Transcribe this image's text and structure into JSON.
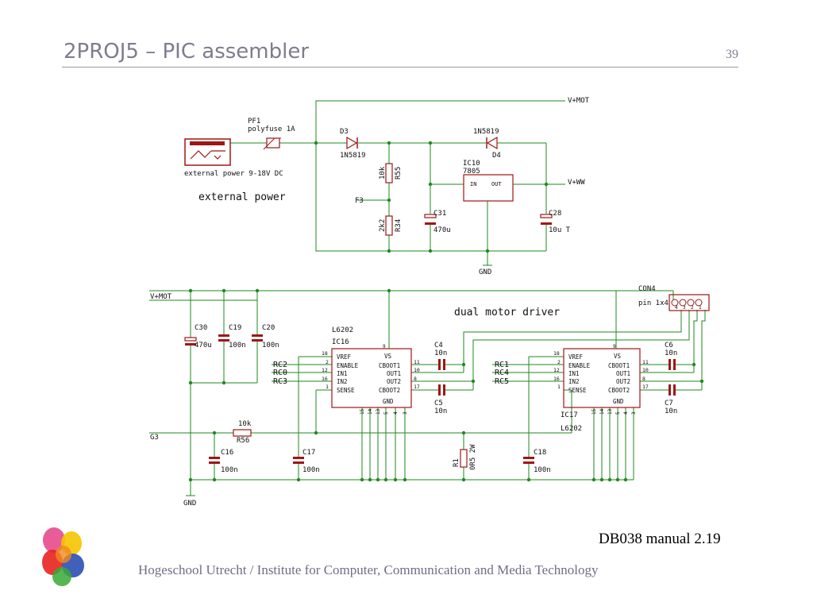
{
  "slide": {
    "title": "2PROJ5 – PIC assembler",
    "page_number": "39",
    "caption": "DB038 manual 2.19",
    "footer": "Hogeschool Utrecht / Institute for Computer, Communication and Media Technology"
  },
  "power": {
    "vmot": "V+MOT",
    "vww": "V+WW",
    "gnd": "GND",
    "f3": "F3",
    "pf1_ref": "PF1",
    "pf1_val": "polyfuse 1A",
    "ext_desc": "external power 9-18V DC",
    "ext_heading": "external power",
    "d3_ref": "D3",
    "d3_val": "1N5819",
    "d4_ref": "D4",
    "d4_val": "1N5819",
    "r55_val": "10k",
    "r55_ref": "R55",
    "r34_val": "2k2",
    "r34_ref": "R34",
    "c31_ref": "C31",
    "c31_val": "470u",
    "ic10_ref": "IC10",
    "ic10_val": "7805",
    "ic10_in": "IN",
    "ic10_out": "OUT",
    "c28_ref": "C28",
    "c28_val": "10u T"
  },
  "driver": {
    "heading": "dual motor driver",
    "vmot": "V+MOT",
    "g3": "G3",
    "gnd": "GND",
    "con4_ref": "CON4",
    "con4_val": "pin 1x4",
    "con4_pins": [
      "4",
      "3",
      "2",
      "1"
    ],
    "c30_ref": "C30",
    "c30_val": "470u",
    "c19_ref": "C19",
    "c19_val": "100n",
    "c20_ref": "C20",
    "c20_val": "100n",
    "r56_val": "10k",
    "r56_ref": "R56",
    "c16_ref": "C16",
    "c16_val": "100n",
    "c17_ref": "C17",
    "c17_val": "100n",
    "c18_ref": "C18",
    "c18_val": "100n",
    "r1_ref": "R1",
    "r1_val": "0R5 2W",
    "c4_ref": "C4",
    "c4_val": "10n",
    "c5_ref": "C5",
    "c5_val": "10n",
    "c6_ref": "C6",
    "c6_val": "10n",
    "c7_ref": "C7",
    "c7_val": "10n",
    "ic16": {
      "part": "L6202",
      "ref": "IC16",
      "left_pins": [
        "18",
        "2",
        "12",
        "16",
        "1"
      ],
      "left_names": [
        "VREF",
        "ENABLE",
        "IN1",
        "IN2",
        "SENSE"
      ],
      "right_pins": [
        "11",
        "10",
        "8",
        "17"
      ],
      "right_names": [
        "CBOOT1",
        "OUT1",
        "OUT2",
        "CBOOT2"
      ],
      "vs": "VS",
      "vs_pin": "9",
      "gnd": "GND",
      "gnd_pins": [
        "15",
        "14",
        "13",
        "5",
        "4",
        "3"
      ],
      "signals": [
        "RC2",
        "RC0",
        "RC3"
      ]
    },
    "ic17": {
      "part": "L6202",
      "ref": "IC17",
      "left_pins": [
        "18",
        "2",
        "12",
        "16",
        "1"
      ],
      "left_names": [
        "VREF",
        "ENABLE",
        "IN1",
        "IN2",
        "SENSE"
      ],
      "right_pins": [
        "11",
        "10",
        "8",
        "17"
      ],
      "right_names": [
        "CBOOT1",
        "OUT1",
        "OUT2",
        "CBOOT2"
      ],
      "vs": "VS",
      "vs_pin": "9",
      "gnd": "GND",
      "gnd_pins": [
        "15",
        "14",
        "13",
        "5",
        "4",
        "3"
      ],
      "signals": [
        "RC1",
        "RC4",
        "RC5"
      ]
    }
  }
}
